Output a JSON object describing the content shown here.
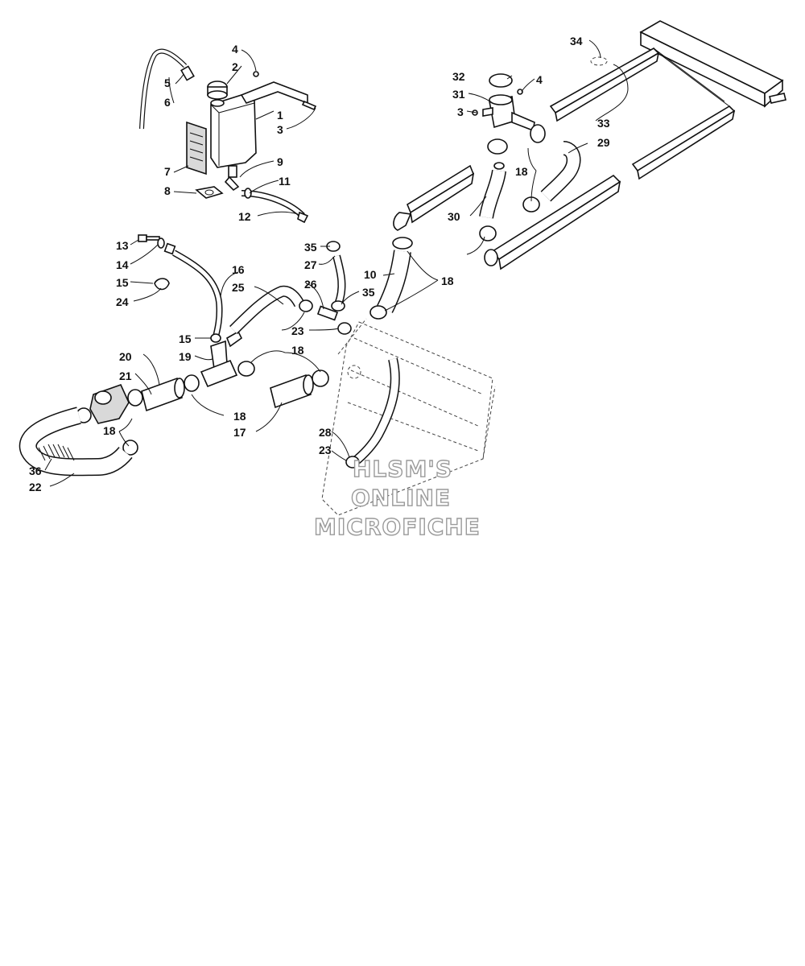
{
  "watermark": {
    "lines": [
      "HLSM'S",
      "ONLINE",
      "MICROFICHE"
    ]
  },
  "callouts": {
    "c1": "1",
    "c2": "2",
    "c3a": "3",
    "c3b": "3",
    "c4a": "4",
    "c4b": "4",
    "c5": "5",
    "c6": "6",
    "c7": "7",
    "c8": "8",
    "c9": "9",
    "c10": "10",
    "c11": "11",
    "c12": "12",
    "c13": "13",
    "c14": "14",
    "c15a": "15",
    "c15b": "15",
    "c16": "16",
    "c17": "17",
    "c18a": "18",
    "c18b": "18",
    "c18c": "18",
    "c18d": "18",
    "c18e": "18",
    "c19": "19",
    "c20": "20",
    "c21": "21",
    "c22": "22",
    "c23a": "23",
    "c23b": "23",
    "c24": "24",
    "c25": "25",
    "c26": "26",
    "c27": "27",
    "c28": "28",
    "c29": "29",
    "c30": "30",
    "c31": "31",
    "c32": "32",
    "c33": "33",
    "c34": "34",
    "c35a": "35",
    "c35b": "35",
    "c36": "36"
  }
}
